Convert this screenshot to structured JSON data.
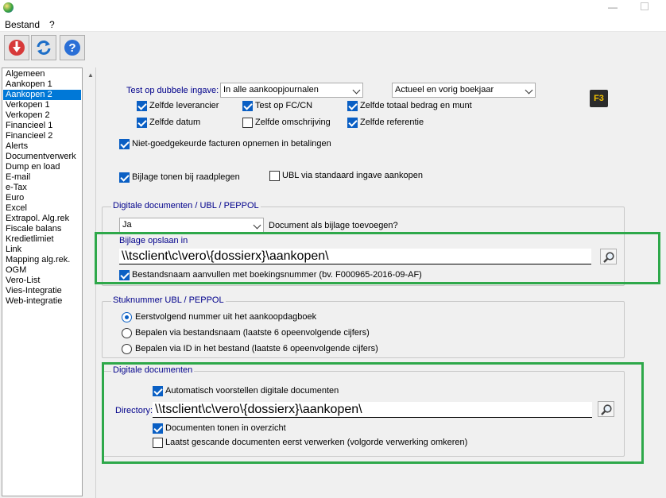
{
  "menu": {
    "file": "Bestand",
    "help": "?"
  },
  "window": {
    "minimize": "—"
  },
  "sidebar": {
    "items": [
      "Algemeen",
      "Aankopen 1",
      "Aankopen 2",
      "Verkopen 1",
      "Verkopen 2",
      "Financieel 1",
      "Financieel 2",
      "Alerts",
      "Documentverwerk",
      "Dump en load",
      "E-mail",
      "e-Tax",
      "Euro",
      "Excel",
      "Extrapol. Alg.rek",
      "Fiscale balans",
      "Kredietlimiet",
      "Link",
      "Mapping alg.rek.",
      "OGM",
      "Vero-List",
      "Vies-Integratie",
      "Web-integratie"
    ],
    "selected": "Aankopen 2"
  },
  "top": {
    "dup_label": "Test op dubbele ingave:",
    "dup_select": "In alle aankoopjournalen",
    "period_select": "Actueel en vorig boekjaar",
    "f3": "F3",
    "checks": {
      "same_supplier": "Zelfde leverancier",
      "test_fc_cn": "Test op FC/CN",
      "same_total": "Zelfde totaal bedrag en munt",
      "same_date": "Zelfde datum",
      "same_desc": "Zelfde omschrijving",
      "same_ref": "Zelfde referentie",
      "unapproved": "Niet-goedgekeurde facturen opnemen in betalingen",
      "show_attach": "Bijlage tonen bij raadplegen",
      "ubl_standard": "UBL via standaard ingave aankopen"
    }
  },
  "digital_ubl": {
    "title": "Digitale documenten / UBL / PEPPOL",
    "attach_select": "Ja",
    "attach_label": "Document als bijlage toevoegen?",
    "save_label": "Bijlage opslaan in",
    "save_path": "\\\\tsclient\\c\\vero\\{dossierx}\\aankopen\\",
    "append_label": "Bestandsnaam aanvullen met boekingsnummer (bv. F000965-2016-09-AF)"
  },
  "stuknummer": {
    "title": "Stuknummer UBL / PEPPOL",
    "opt1": "Eerstvolgend nummer uit het aankoopdagboek",
    "opt2": "Bepalen via bestandsnaam (laatste 6 opeenvolgende cijfers)",
    "opt3": "Bepalen via ID in het bestand (laatste 6 opeenvolgende cijfers)"
  },
  "digital_docs": {
    "title": "Digitale documenten",
    "auto_label": "Automatisch voorstellen digitale documenten",
    "dir_label": "Directory:",
    "dir_path": "\\\\tsclient\\c\\vero\\{dossierx}\\aankopen\\",
    "overview_label": "Documenten tonen in overzicht",
    "last_scanned_label": "Laatst gescande documenten eerst verwerken (volgorde verwerking omkeren)"
  },
  "colors": {
    "accent": "#0078d7",
    "check": "#0a5fc4",
    "highlight": "#2ea84a",
    "groupTitle": "#00008b"
  }
}
